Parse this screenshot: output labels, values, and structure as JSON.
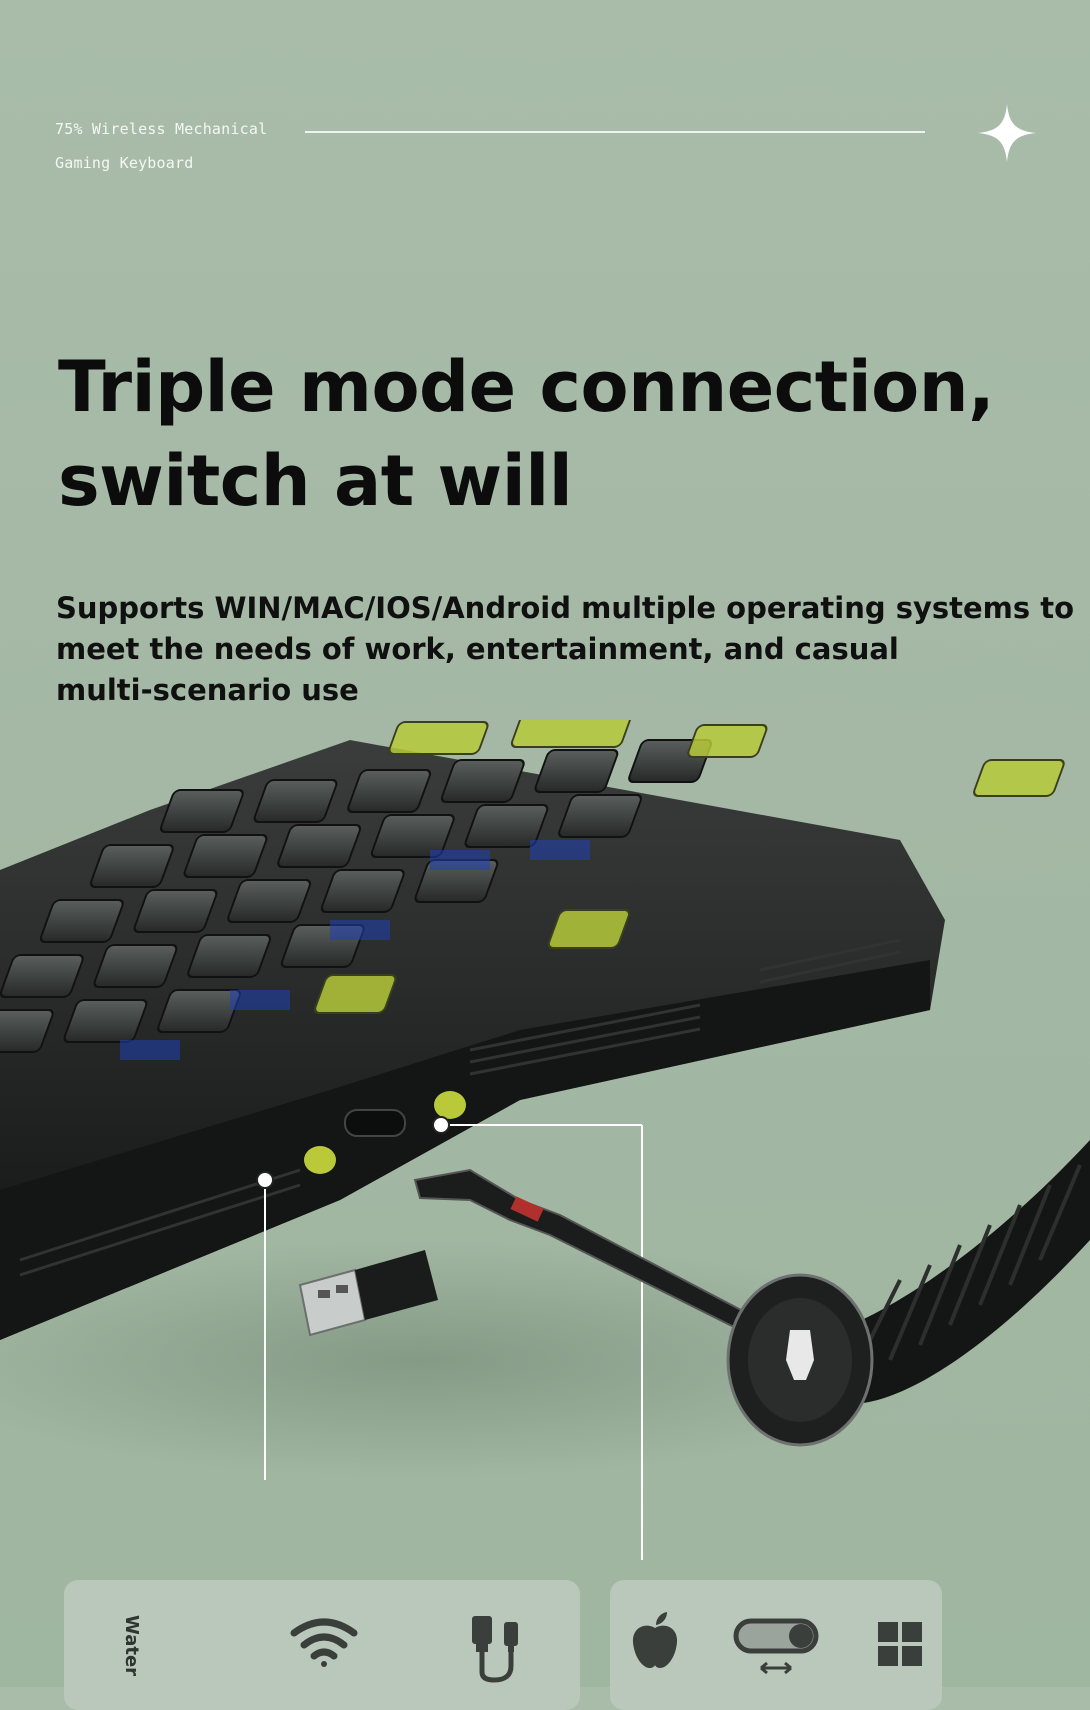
{
  "tagline": [
    "75% Wireless Mechanical",
    "Gaming Keyboard"
  ],
  "headline": [
    "Triple mode connection,",
    "switch at will"
  ],
  "subtext": [
    "Supports WIN/MAC/IOS/Android multiple operating systems to",
    "meet the needs of work, entertainment, and casual",
    "multi-scenario use"
  ],
  "bottom_label": "Water",
  "icons": {
    "wifi": "wifi-icon",
    "cable": "usb-cable-icon",
    "apple": "apple-icon",
    "toggle": "switch-toggle-icon",
    "windows": "windows-icon"
  },
  "colors": {
    "background": "#a6baa7",
    "accent": "#b6c93a",
    "body": "#1b1d1c"
  }
}
